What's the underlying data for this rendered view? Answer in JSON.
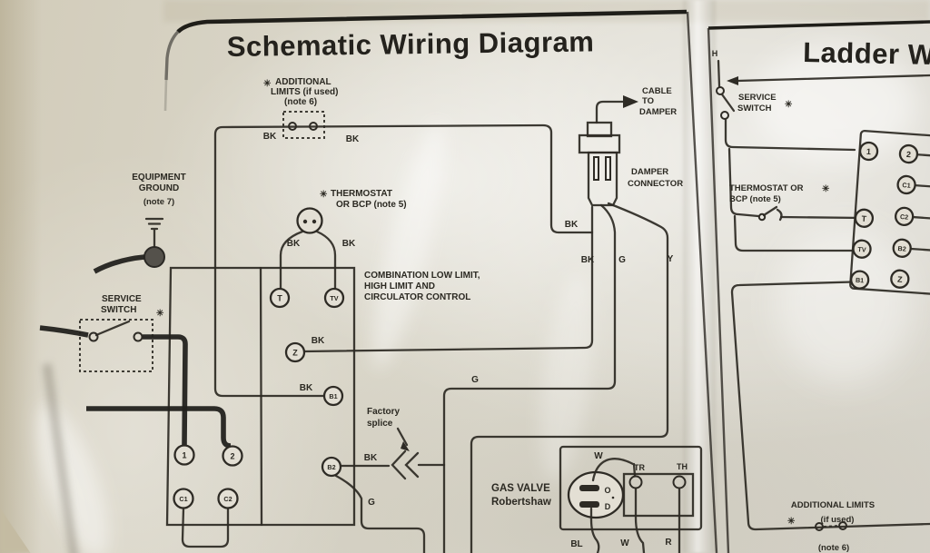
{
  "photo": {
    "paper_color": "#d8d4c6",
    "table_color": "#c4bba2",
    "ink_color": "#2e2b24"
  },
  "symbols": {
    "star": "✳"
  },
  "left": {
    "title": "Schematic Wiring Diagram",
    "additional_limits": {
      "line1": "ADDITIONAL",
      "line2": "LIMITS (if used)",
      "line3": "(note 6)"
    },
    "equipment_ground": {
      "line1": "EQUIPMENT",
      "line2": "GROUND",
      "line3": "(note 7)"
    },
    "thermostat": {
      "line1": "THERMOSTAT",
      "line2": "OR BCP (note 5)"
    },
    "combination_control": {
      "line1": "COMBINATION LOW LIMIT,",
      "line2": "HIGH LIMIT AND",
      "line3": "CIRCULATOR CONTROL"
    },
    "service_switch": {
      "line1": "SERVICE",
      "line2": "SWITCH"
    },
    "factory_splice": {
      "line1": "Factory",
      "line2": "splice"
    },
    "cable_to_damper": {
      "line1": "CABLE",
      "line2": "TO",
      "line3": "DAMPER"
    },
    "damper_connector": {
      "line1": "DAMPER",
      "line2": "CONNECTOR"
    },
    "gas_valve": {
      "line1": "GAS VALVE",
      "line2": "Robertshaw"
    }
  },
  "right": {
    "title": "Ladder Wi",
    "h_label": "H",
    "service_switch": {
      "line1": "SERVICE",
      "line2": "SWITCH"
    },
    "thermostat": {
      "line1": "THERMOSTAT OR",
      "line2": "BCP (note 5)"
    },
    "additional_limits": {
      "line1": "ADDITIONAL LIMITS",
      "line2": "(if used)",
      "line3": "(note 6)"
    }
  },
  "terminals": {
    "n1": "1",
    "n2": "2",
    "c1": "C1",
    "c2": "C2",
    "t": "T",
    "tv": "TV",
    "z": "Z",
    "b1": "B1",
    "b2": "B2",
    "tr": "TR",
    "th": "TH",
    "o": "O",
    "d": "D"
  },
  "wires": {
    "bk": "BK",
    "g": "G",
    "y": "Y",
    "w": "W",
    "bl": "BL",
    "r": "R"
  }
}
